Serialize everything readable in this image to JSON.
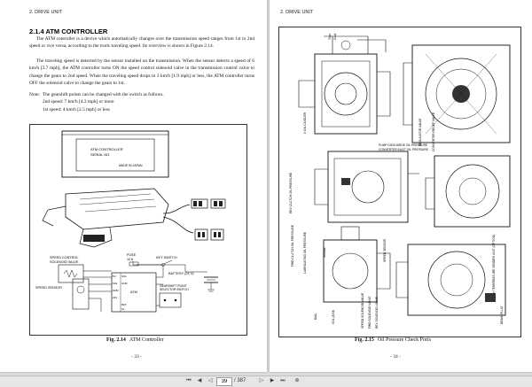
{
  "left_page": {
    "header": "2. DRIVE UNIT",
    "section_title": "2.1.4  ATM CONTROLLER",
    "paragraphs": [
      "The ATM controller is a device which automatically changes over the transmission speed ranges from 1st to 2nd speed or vice versa, according to the truck traveling speed. Its overview is shown in Figure 2.14.",
      "The traveling speed is detected by the sensor installed on the transmission. When the sensor detects a speed of 6 km/h [3.7 mph], the ATM controller turns ON the speed control solenoid valve in the transmission control valve to change the gears to 2nd speed. When the traveling speed drops to 3 km/h [1.9 mph] or less, the ATM controller turns OFF the solenoid valve to change the gears to 1st."
    ],
    "note": {
      "label": "Note:",
      "text": "The gearshift points can be changed with the switch as follows.",
      "line1": "2nd speed: 7 km/h [4.3 mph] or more",
      "line2": "1st speed: 4 km/h [2.5 mph] or less"
    },
    "figure": {
      "number": "Fig. 2.14",
      "caption": "ATM Controller",
      "plate_line1": "ATM CONTROLLER",
      "plate_line2": "SERIAL  NO.",
      "plate_line3": "MADE IN JAPAN",
      "labels": {
        "speed_control": "SPEED CONTROL",
        "solenoid_valve": "SOLENOID VALVE",
        "fuse": "FUSE",
        "fuse_rating": "10 A",
        "key_switch": "KEY SWITCH",
        "battery": "BATTERY (24 V)",
        "speed_sensor": "SPEED SENSOR",
        "atm": "ATM",
        "gearshift_1": "GEARSHIFT POINT",
        "gearshift_2": "SELECTOR SWITCH",
        "terms": [
          "5V",
          "SIG",
          "GND",
          "24V",
          "SOL",
          "GND",
          "BAT",
          "IG"
        ]
      }
    },
    "page_number": "- 33 -"
  },
  "right_page": {
    "header": "2. DRIVE UNIT",
    "figure": {
      "number": "Fig. 2.15",
      "caption": "Oil Pressure Check Ports",
      "labels_top": [
        "Tran",
        "Cool."
      ],
      "label_oil_cooler": "# OIL COOLER",
      "labels_mid": [
        "PUMP DISCHARGE OIL PRESSURE",
        "CONVERTER INLET OIL PRESSURE",
        "REGULATOR VALVE",
        "CONVERTER RELIEF VALVE"
      ],
      "labels_low": [
        "REV CLUTCH OIL PRESSURE",
        "FWD CLUTCH OIL PRESSURE",
        "LUBRICATING OIL PRESSURE",
        "SPEED SENSOR"
      ],
      "labels_bottom": [
        "DIAL",
        "SIGNAL",
        "SOL (ATM)",
        "SPEED SOLENOID VALVE",
        "FWD SOLENOID VALVE",
        "REV SOLENOID VALVE",
        "# TEMPERATURE SENDER UNIT (OPTION)",
        "DRAIN PLUG"
      ]
    },
    "page_number": "- 34 -"
  },
  "viewer": {
    "current_page": "39",
    "total_pages": "/ 387"
  },
  "colors": {
    "background": "#dcdcdc",
    "page": "#ffffff",
    "toolbar": "#e6e6e6"
  }
}
